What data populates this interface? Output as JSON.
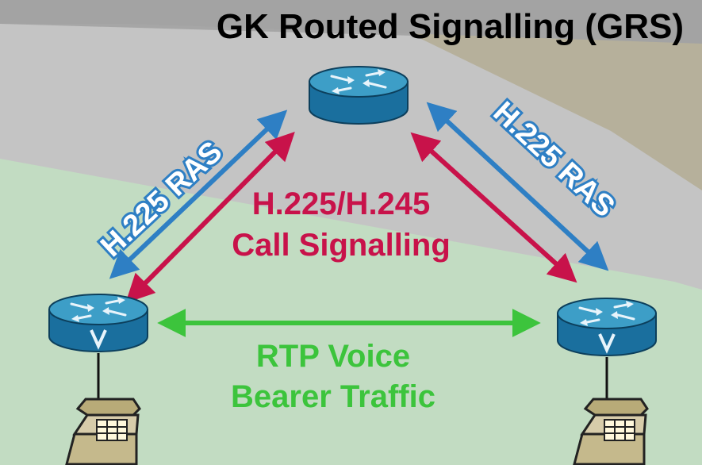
{
  "title": "GK Routed Signalling (GRS)",
  "labels": {
    "ras_left": "H.225 RAS",
    "ras_right": "H.225 RAS",
    "call_signalling_line1": "H.225/H.245",
    "call_signalling_line2": "Call Signalling",
    "rtp_line1": "RTP Voice",
    "rtp_line2": "Bearer Traffic"
  },
  "colors": {
    "ras": "#2e7fc4",
    "call_signalling": "#c8124a",
    "rtp": "#3cc43c",
    "router_top": "#3d9ec7",
    "router_side": "#1a6f9e",
    "top_band": "#a6a6a6",
    "mid_band": "#c4c4c4",
    "corner_band": "#b6b09b",
    "ground": "#c2dcc2",
    "phone": "#c5b98c"
  },
  "icons": {
    "gatekeeper": "router-icon",
    "gateway_left": "voice-router-icon",
    "gateway_right": "voice-router-icon",
    "phone_left": "telephone-icon",
    "phone_right": "telephone-icon"
  }
}
